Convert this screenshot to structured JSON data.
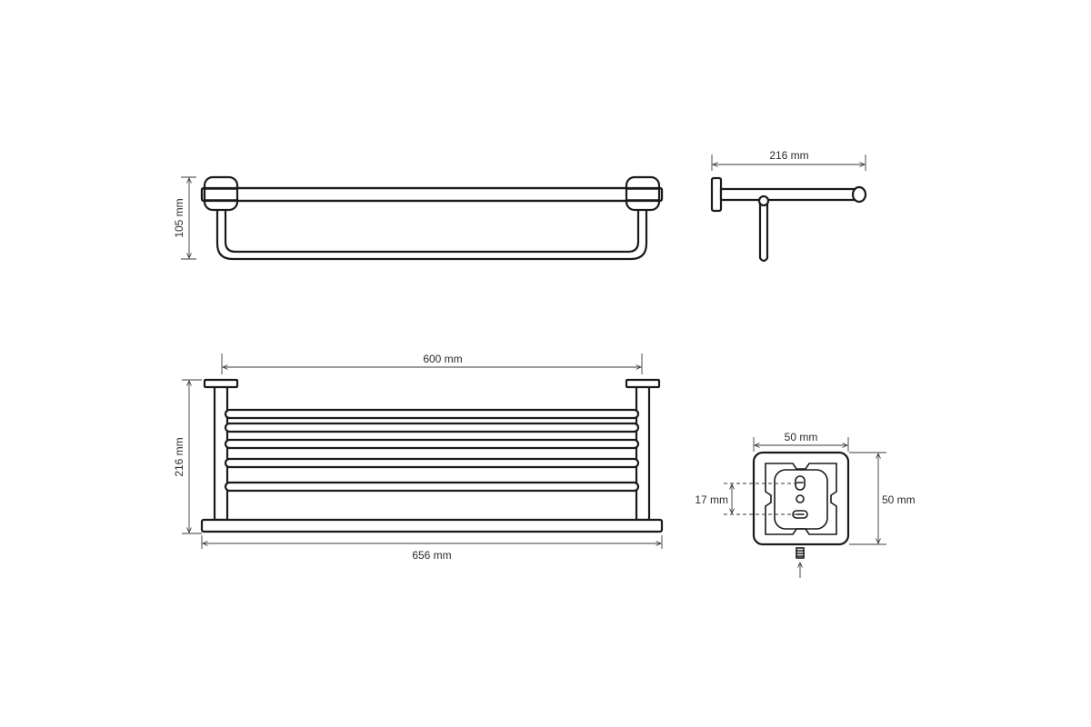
{
  "dimensions": {
    "front_height": "105 mm",
    "side_depth": "216 mm",
    "top_inner_width": "600 mm",
    "top_depth": "216 mm",
    "top_overall_width": "656 mm",
    "mount_width": "50 mm",
    "mount_height": "50 mm",
    "mount_hole_spacing": "17 mm"
  },
  "colors": {
    "line": "#1a1a1a",
    "dimension": "#3a3a3a",
    "background": "#ffffff"
  }
}
